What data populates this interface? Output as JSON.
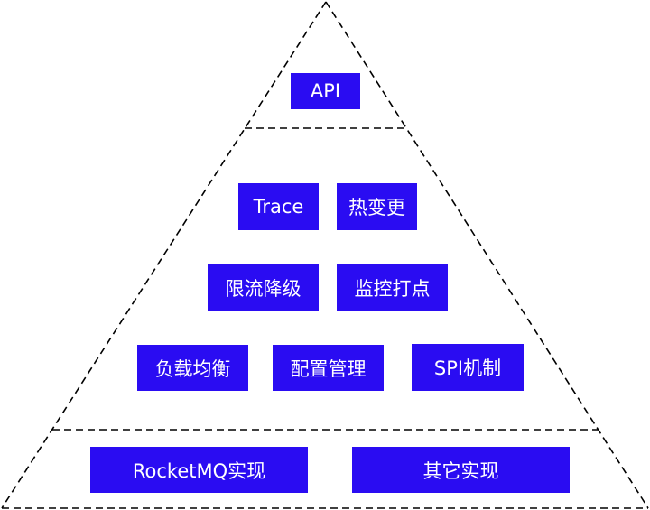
{
  "diagram": {
    "type": "pyramid",
    "box_color": "#2A0CF2",
    "text_color": "#FFFFFF",
    "line_color": "#000000",
    "layers": [
      {
        "name": "top",
        "items": [
          "API"
        ]
      },
      {
        "name": "middle",
        "items": [
          "Trace",
          "热变更",
          "限流降级",
          "监控打点",
          "负载均衡",
          "配置管理",
          "SPI机制"
        ]
      },
      {
        "name": "bottom",
        "items": [
          "RocketMQ实现",
          "其它实现"
        ]
      }
    ]
  },
  "boxes": {
    "api": "API",
    "trace": "Trace",
    "hot_change": "热变更",
    "rate_limit": "限流降级",
    "monitoring": "监控打点",
    "load_balance": "负载均衡",
    "config_mgmt": "配置管理",
    "spi": "SPI机制",
    "rocketmq": "RocketMQ实现",
    "other_impl": "其它实现"
  }
}
